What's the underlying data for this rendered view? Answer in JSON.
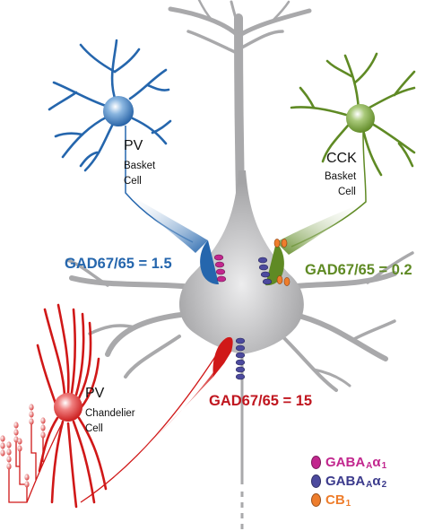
{
  "colors": {
    "pyramidal": "#a9a9ab",
    "pyramidal_light": "#e3e3e4",
    "pv_basket": "#2566ad",
    "cck_basket": "#5f8a24",
    "chandelier": "#d01818",
    "gaba_a1": "#c2278e",
    "gaba_a2": "#4c4a9e",
    "cb1": "#ee7d2c"
  },
  "cells": {
    "pv_basket": {
      "line1": "PV",
      "line2": "Basket",
      "line3": "Cell",
      "gad_ratio": "GAD67/65 = 1.5"
    },
    "cck_basket": {
      "line1": "CCK",
      "line2": "Basket",
      "line3": "Cell",
      "gad_ratio": "GAD67/65 = 0.2"
    },
    "chandelier": {
      "line1": "PV",
      "line2": "Chandelier",
      "line3": "Cell",
      "gad_ratio": "GAD67/65 = 15"
    }
  },
  "legend": [
    {
      "icon": "gaba-a-alpha1-receptor-icon",
      "color": "#c2278e",
      "label": "GABA",
      "sub": "A",
      "suffix": " α",
      "suffix_sub": "1"
    },
    {
      "icon": "gaba-a-alpha2-receptor-icon",
      "color": "#4c4a9e",
      "label": "GABA",
      "sub": "A",
      "suffix": " α",
      "suffix_sub": "2"
    },
    {
      "icon": "cb1-receptor-icon",
      "color": "#ee7d2c",
      "label": "CB",
      "sub": "1",
      "suffix": "",
      "suffix_sub": ""
    }
  ]
}
